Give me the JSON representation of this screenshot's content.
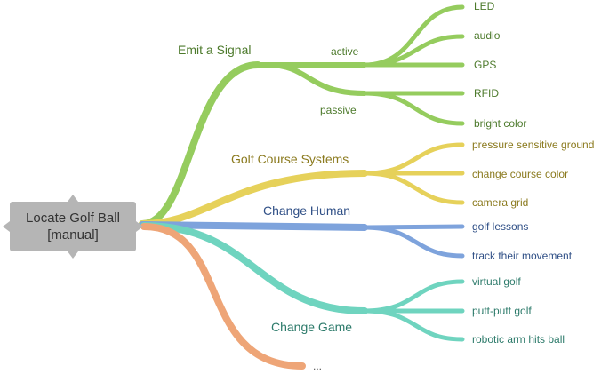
{
  "root": {
    "line1": "Locate Golf Ball",
    "line2": "[manual]"
  },
  "colors": {
    "green": "#95cc5e",
    "green_text": "#4d7a2c",
    "yellow": "#e6d15a",
    "yellow_text": "#8b7a1e",
    "blue": "#7ea3dc",
    "blue_text": "#2f4f86",
    "teal": "#6fd4bf",
    "teal_text": "#2c7a6a",
    "orange": "#eea577",
    "gray_text": "#555555"
  },
  "branches": {
    "emit_signal": {
      "label": "Emit a Signal",
      "active": {
        "label": "active",
        "leaves": [
          "LED",
          "audio",
          "GPS"
        ]
      },
      "passive": {
        "label": "passive",
        "leaves": [
          "RFID",
          "bright color"
        ]
      }
    },
    "golf_course_systems": {
      "label": "Golf Course Systems",
      "leaves": [
        "pressure sensitive ground",
        "change course color",
        "camera grid"
      ]
    },
    "change_human": {
      "label": "Change Human",
      "leaves": [
        "golf lessons",
        "track their movement"
      ]
    },
    "change_game": {
      "label": "Change Game",
      "leaves": [
        "virtual golf",
        "putt-putt golf",
        "robotic arm hits ball"
      ]
    },
    "more": {
      "label": "..."
    }
  }
}
